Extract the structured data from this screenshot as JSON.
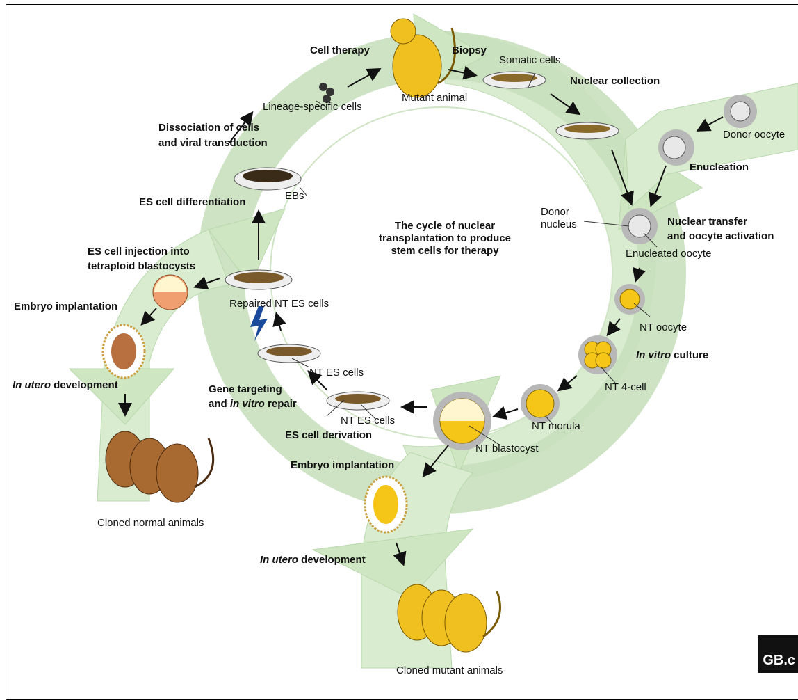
{
  "center_title": [
    "The cycle of nuclear",
    "transplantation to produce",
    "stem cells for therapy"
  ],
  "labels": {
    "cell_therapy": "Cell therapy",
    "biopsy": "Biopsy",
    "somatic_cells": "Somatic cells",
    "mutant_animal": "Mutant animal",
    "nuclear_collection": "Nuclear collection",
    "lineage_specific_cells": "Lineage-specific cells",
    "dissociation_1": "Dissociation of cells",
    "dissociation_2": "and viral transduction",
    "donor_oocyte": "Donor oocyte",
    "enucleation": "Enucleation",
    "ebs": "EBs",
    "es_cell_differentiation": "ES cell differentiation",
    "donor_nucleus_1": "Donor",
    "donor_nucleus_2": "nucleus",
    "nuclear_transfer_1": "Nuclear transfer",
    "nuclear_transfer_2": "and oocyte activation",
    "enucleated_oocyte": "Enucleated oocyte",
    "es_injection_1": "ES cell injection into",
    "es_injection_2": "tetraploid blastocysts",
    "repaired_nt_es": "Repaired NT ES cells",
    "embryo_implantation_left": "Embryo implantation",
    "nt_oocyte": "NT oocyte",
    "in_vitro_italic": "In vitro",
    "culture": " culture",
    "nt_es_cells_upper": "NT ES cells",
    "in_utero_left_italic": "In utero",
    "development_left": " development",
    "nt_4cell": "NT 4-cell",
    "gene_targeting_1": "Gene targeting",
    "gene_targeting_2a": "and ",
    "gene_targeting_2b": "in vitro",
    "gene_targeting_2c": " repair",
    "nt_es_cells_lower": "NT ES cells",
    "nt_morula": "NT morula",
    "es_cell_derivation": "ES cell derivation",
    "nt_blastocyst": "NT blastocyst",
    "embryo_implantation_bottom": "Embryo implantation",
    "cloned_normal": "Cloned normal animals",
    "in_utero_bottom_italic": "In utero",
    "development_bottom": " development",
    "cloned_mutant": "Cloned mutant animals",
    "logo": "GB.c"
  },
  "colors": {
    "arrow_fill": "#d9ecd0",
    "arrow_edge": "#b9d8ad",
    "mouse_yellow": "#f0c020",
    "mouse_brown": "#a86a30",
    "oocyte_grey": "#b8b8b8",
    "egg_yellow": "#f5c518"
  }
}
